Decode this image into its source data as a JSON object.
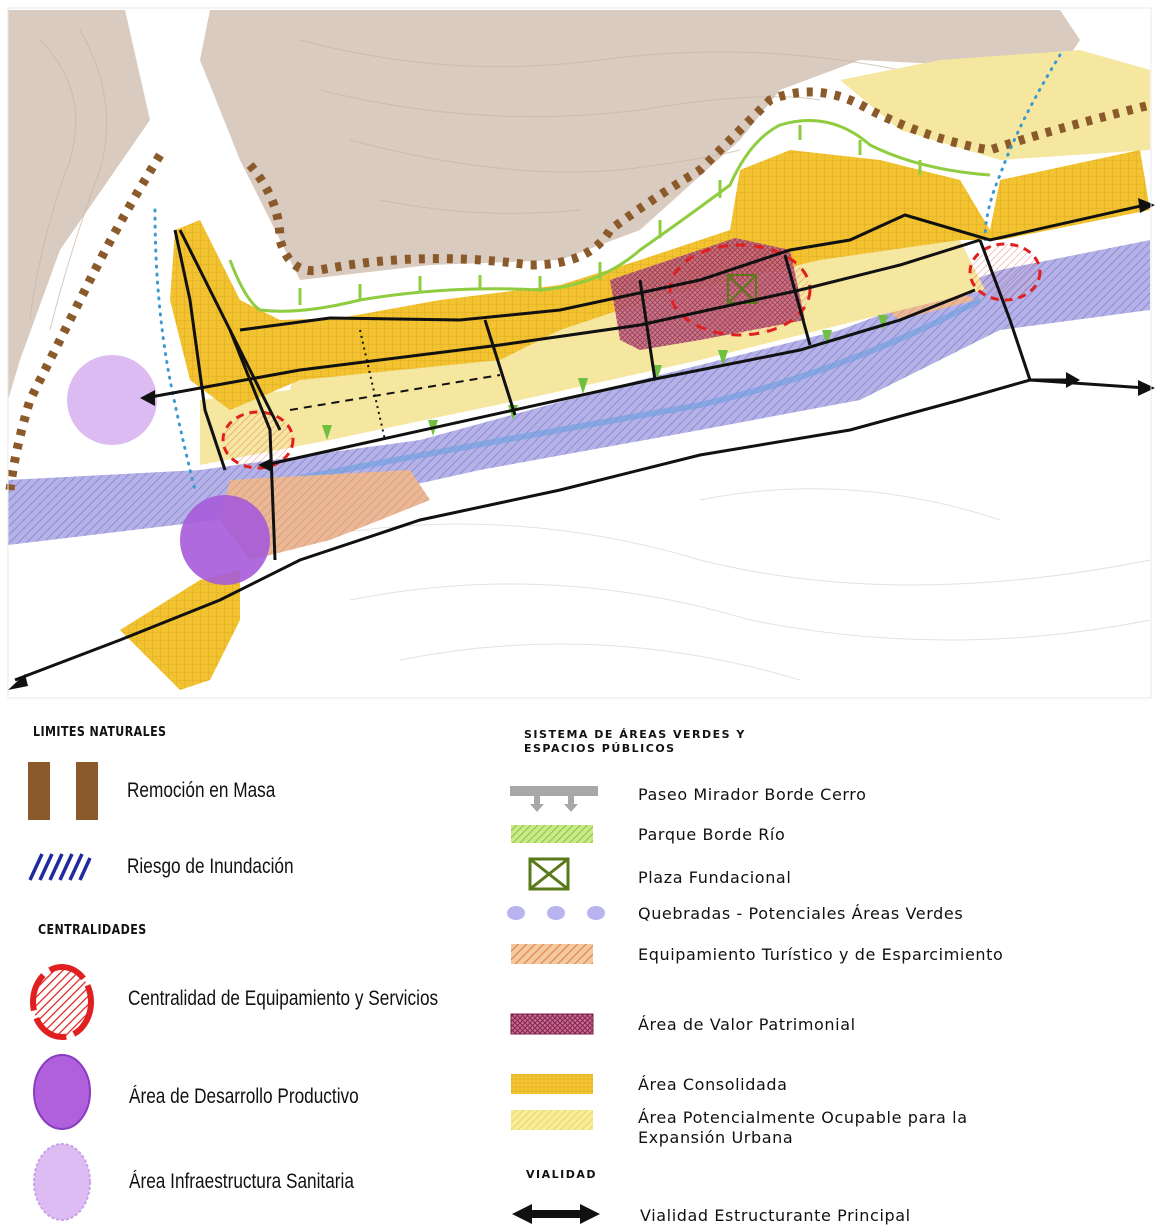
{
  "legend": {
    "natural_limits": {
      "heading": "LIMITES NATURALES",
      "items": [
        {
          "label": "Remoción en Masa",
          "icon": "mass-removal-icon",
          "color": "#8b5a2b"
        },
        {
          "label": "Riesgo de Inundación",
          "icon": "flood-risk-icon",
          "color": "#1f2aa0"
        }
      ]
    },
    "centralities": {
      "heading": "CENTRALIDADES",
      "items": [
        {
          "label": "Centralidad de Equipamiento y Servicios",
          "icon": "services-centrality-icon",
          "color": "#e02020"
        },
        {
          "label": "Área de Desarrollo Productivo",
          "icon": "productive-area-icon",
          "color": "#9b4fd0"
        },
        {
          "label": "Área Infraestructura Sanitaria",
          "icon": "sanitary-area-icon",
          "color": "#d7b4f0"
        }
      ]
    },
    "green_system": {
      "heading": "SISTEMA DE ÁREAS VERDES Y\nESPACIOS PÚBLICOS",
      "items": [
        {
          "label": "Paseo Mirador Borde Cerro",
          "icon": "hill-lookout-walk-icon",
          "color": "#a8a8a8"
        },
        {
          "label": "Parque Borde Río",
          "icon": "riverside-park-icon",
          "color": "#9bd34a"
        },
        {
          "label": "Plaza Fundacional",
          "icon": "founding-plaza-icon",
          "color": "#5a7a1a"
        },
        {
          "label": "Quebradas - Potenciales Áreas Verdes",
          "icon": "ravine-dots-icon",
          "color": "#b8b4f0"
        },
        {
          "label": "Equipamiento Turístico y de Esparcimiento",
          "icon": "tourism-equipment-icon",
          "color": "#e59a5a"
        },
        {
          "label": "Área de Valor Patrimonial",
          "icon": "heritage-area-icon",
          "color": "#b5306a"
        },
        {
          "label": "Área Consolidada",
          "icon": "consolidated-area-icon",
          "color": "#f2c230"
        },
        {
          "label": "Área Potencialmente Ocupable para la\nExpansión Urbana",
          "icon": "expansion-area-icon",
          "color": "#f7e27a"
        }
      ]
    },
    "roads": {
      "heading": "VIALIDAD",
      "items": [
        {
          "label": "Vialidad Estructurante Principal",
          "icon": "main-road-arrow-icon",
          "color": "#111111"
        }
      ]
    }
  },
  "colors": {
    "hill": "#d9cbbf",
    "river": "#a9a8e2",
    "consolidated": "#f2c230",
    "expansion": "#f5e6a0",
    "heritage": "#c06080",
    "green": "#8fcc40",
    "brown": "#8b5a2b",
    "road": "#111111"
  }
}
